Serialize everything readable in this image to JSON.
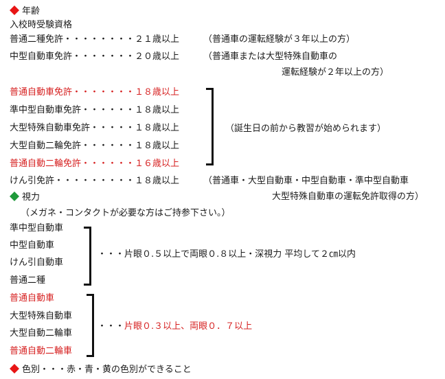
{
  "colors": {
    "red": "#d62020",
    "diamond_red": "#e81515",
    "diamond_green": "#1f9a3a",
    "black": "#111111"
  },
  "sections": {
    "age": {
      "icon": "red-diamond-icon",
      "heading": "年齢"
    },
    "vision": {
      "icon": "green-diamond-icon",
      "heading": "視力"
    },
    "color": {
      "icon": "red-diamond-icon",
      "heading": "色別・・・赤・青・黄の色別ができること"
    }
  },
  "age": {
    "subtitle": "入校時受験資格",
    "row1": {
      "label": "普通二種免許・・・・・・・・２１歳以上",
      "note": "（普通車の運転経験が３年以上の方）"
    },
    "row2": {
      "label": "中型自動車免許・・・・・・・２０歳以上",
      "note": "（普通車または大型特殊自動車の",
      "note2": "運転経験が２年以上の方）"
    },
    "group": [
      {
        "label": "普通自動車免許・・・・・・・１８歳以上",
        "red": true
      },
      {
        "label": "準中型自動車免許・・・・・・１８歳以上",
        "red": false
      },
      {
        "label": "大型特殊自動車免許・・・・・１８歳以上",
        "red": false
      },
      {
        "label": "大型自動二輪免許・・・・・・１８歳以上",
        "red": false
      },
      {
        "label": "普通自動二輪免許・・・・・・１６歳以上",
        "red": true
      }
    ],
    "group_note": "（誕生日の前から教習が始められます）",
    "row_tow": {
      "label": "けん引免許・・・・・・・・・１８歳以上",
      "note": "（普通車・大型自動車・中型自動車・準中型自動車",
      "note2": "大型特殊自動車の運転免許取得の方）"
    }
  },
  "vision": {
    "note": "（メガネ・コンタクトが必要な方はご持参下さい。）",
    "group1": {
      "items": [
        "準中型自動車",
        "中型自動車",
        "けん引自動車",
        "普通二種"
      ],
      "requirement": "・・・片眼０.５以上で両眼０.８以上・深視力 平均して２㎝以内"
    },
    "group2": {
      "items": [
        {
          "label": "普通自動車",
          "red": true
        },
        {
          "label": "大型特殊自動車",
          "red": false
        },
        {
          "label": "大型自動二輪車",
          "red": false
        },
        {
          "label": "普通自動二輪車",
          "red": true
        }
      ],
      "dots": "・・・",
      "requirement": "片眼０.３以上、両眼０．７以上"
    }
  }
}
